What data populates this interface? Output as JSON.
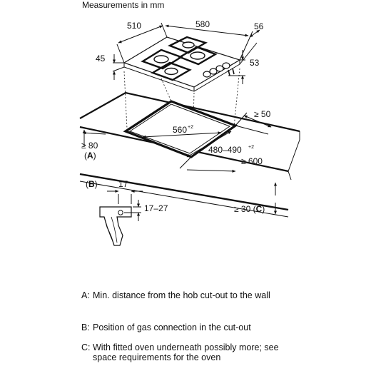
{
  "title": "Measurements in mm",
  "dims": {
    "width_510": "510",
    "depth_580": "580",
    "height_56": "56",
    "height_45": "45",
    "offset_53": "53",
    "cutout_560": "560",
    "cutout_560_sup": "+2",
    "cutout_480_490": "480–490",
    "cutout_480_490_sup": "+2",
    "min_50": "≥ 50",
    "min_80": "≥ 80",
    "min_600": "≥ 600",
    "gas_17": "17",
    "gas_17_27": "17–27",
    "min_30": "≥ 30"
  },
  "markers": {
    "a_label": "(A)",
    "a_letter": "A",
    "b_label": "(B)",
    "b_letter": "B",
    "c_letter": "C"
  },
  "legend": [
    {
      "key": "A:",
      "text": "Min. distance from the hob cut-out to the wall"
    },
    {
      "key": "B:",
      "text": "Position of gas connection in the cut-out"
    },
    {
      "key": "C:",
      "text": "With fitted oven underneath possibly more; see space requirements for the oven"
    }
  ]
}
